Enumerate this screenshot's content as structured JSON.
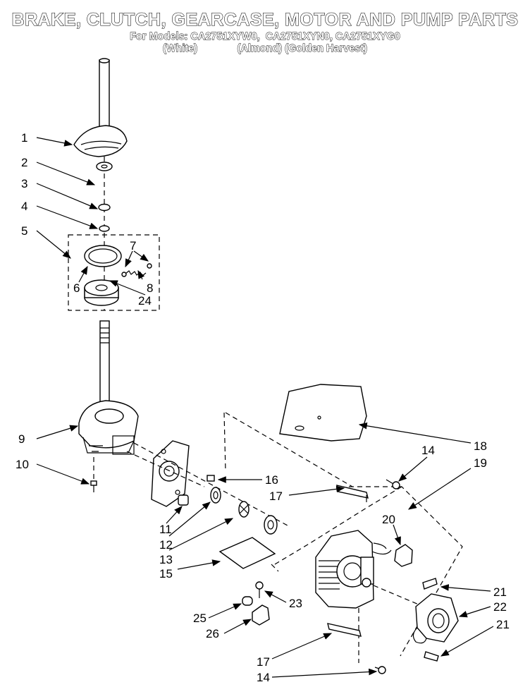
{
  "title": "BRAKE, CLUTCH, GEARCASE, MOTOR AND PUMP PARTS",
  "models_line": "For Models: CA2751XYW0,  CA2751XYN0, CA2751XYG0",
  "colors_line": "(White)              (Almond) (Golden Harvest)",
  "callouts": {
    "n1": "1",
    "n2": "2",
    "n3": "3",
    "n4": "4",
    "n5": "5",
    "n6": "6",
    "n7": "7",
    "n8": "8",
    "n24a": "24",
    "n9": "9",
    "n10": "10",
    "n11": "11",
    "n12": "12",
    "n13": "13",
    "n15": "15",
    "n16": "16",
    "n17a": "17",
    "n18": "18",
    "n14a": "14",
    "n19": "19",
    "n20": "20",
    "n21a": "21",
    "n22": "22",
    "n21b": "21",
    "n23": "23",
    "n25": "25",
    "n26": "26",
    "n17b": "17",
    "n14b": "14"
  }
}
